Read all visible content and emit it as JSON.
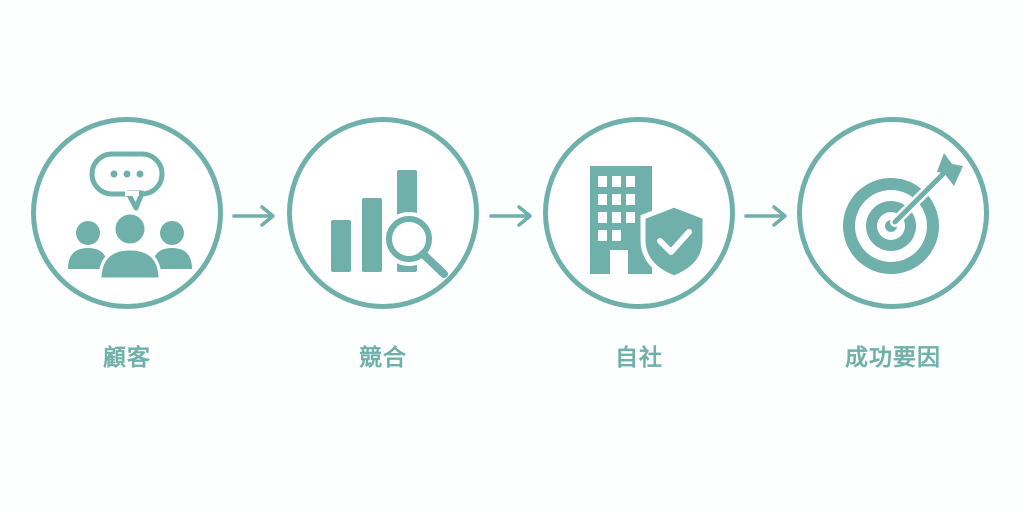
{
  "steps": [
    {
      "label": "顧客",
      "icon": "customer-group-chat-icon"
    },
    {
      "label": "競合",
      "icon": "bar-chart-magnifier-icon"
    },
    {
      "label": "自社",
      "icon": "building-shield-check-icon"
    },
    {
      "label": "成功要因",
      "icon": "target-arrow-icon"
    }
  ],
  "colors": {
    "accent": "#6fb0aa",
    "background": "#fdfefe"
  }
}
